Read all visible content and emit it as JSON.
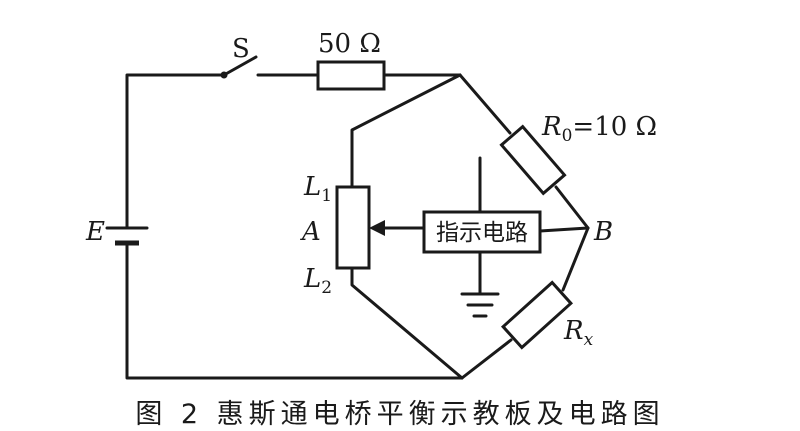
{
  "labels": {
    "switch": "S",
    "resistor_top": "50 Ω",
    "r0_main": "R",
    "r0_sub": "0",
    "r0_value": "=10 Ω",
    "battery": "E",
    "l1_main": "L",
    "l1_sub": "1",
    "point_a": "A",
    "l2_main": "L",
    "l2_sub": "2",
    "indicator": "指示电路",
    "point_b": "B",
    "rx_main": "R",
    "rx_sub": "x"
  },
  "caption": "图 2  惠斯通电桥平衡示教板及电路图"
}
